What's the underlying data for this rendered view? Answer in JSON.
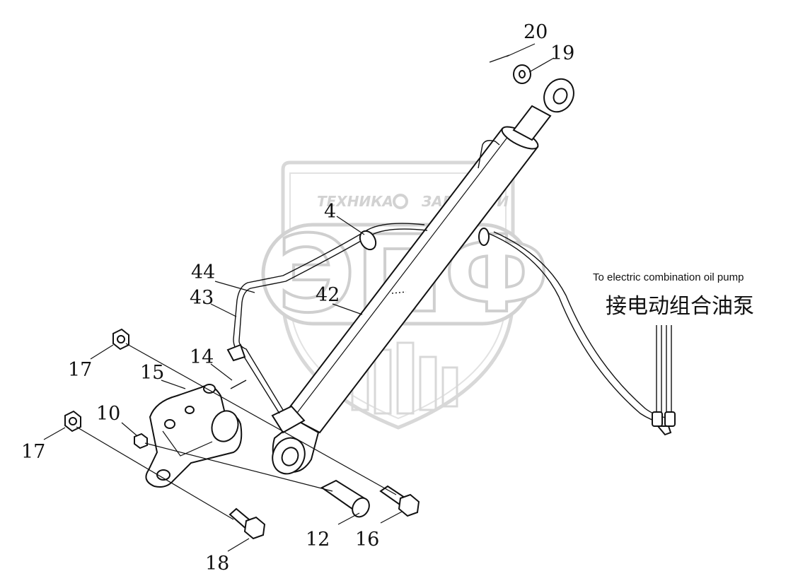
{
  "watermark": {
    "brand_left": "ТЕХНИКА",
    "brand_right": "ЗАПЧАСТИ",
    "logo_letters": "ЭПФ"
  },
  "labels": {
    "en": "To electric combination oil pump",
    "cn": "接电动组合油泵"
  },
  "callouts": {
    "c20": "20",
    "c19": "19",
    "c4": "4",
    "c44": "44",
    "c43": "43",
    "c42": "42",
    "c14": "14",
    "c15": "15",
    "c17a": "17",
    "c17b": "17",
    "c10": "10",
    "c12": "12",
    "c16": "16",
    "c18": "18"
  }
}
